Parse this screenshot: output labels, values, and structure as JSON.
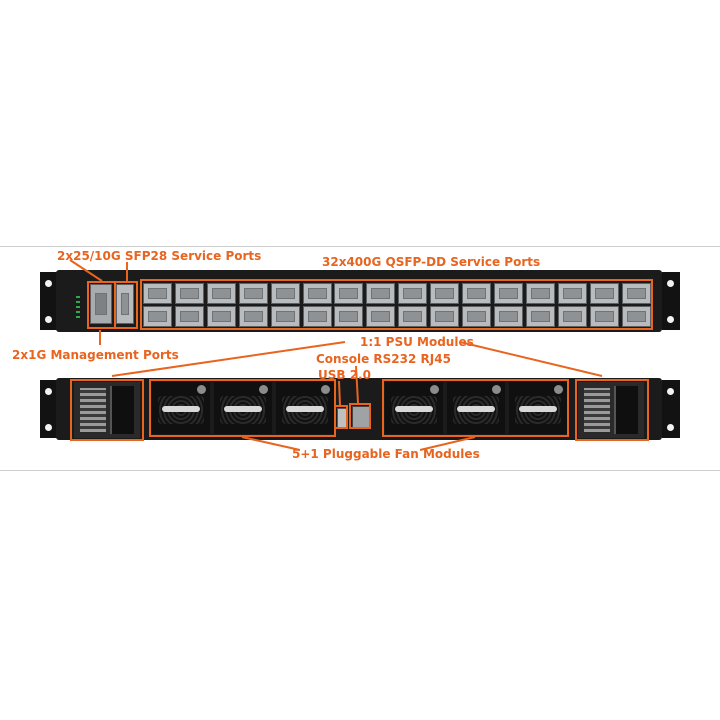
{
  "labels": {
    "sfp28": "2x25/10G SFP28 Service Ports",
    "qsfpdd": "32x400G QSFP-DD Service Ports",
    "mgmt": "2x1G Management Ports",
    "psu": "1:1 PSU Modules",
    "console": "Console RS232 RJ45",
    "usb": "USB 2.0",
    "fan": "5+1 Pluggable Fan Modules"
  },
  "colors": {
    "accent": "#e8641f",
    "chassis": "#1b1b1b",
    "port_metal": "#b9bcbf"
  },
  "counts": {
    "qsfp_columns": 16,
    "fan_modules": 6,
    "psu_modules": 2
  }
}
